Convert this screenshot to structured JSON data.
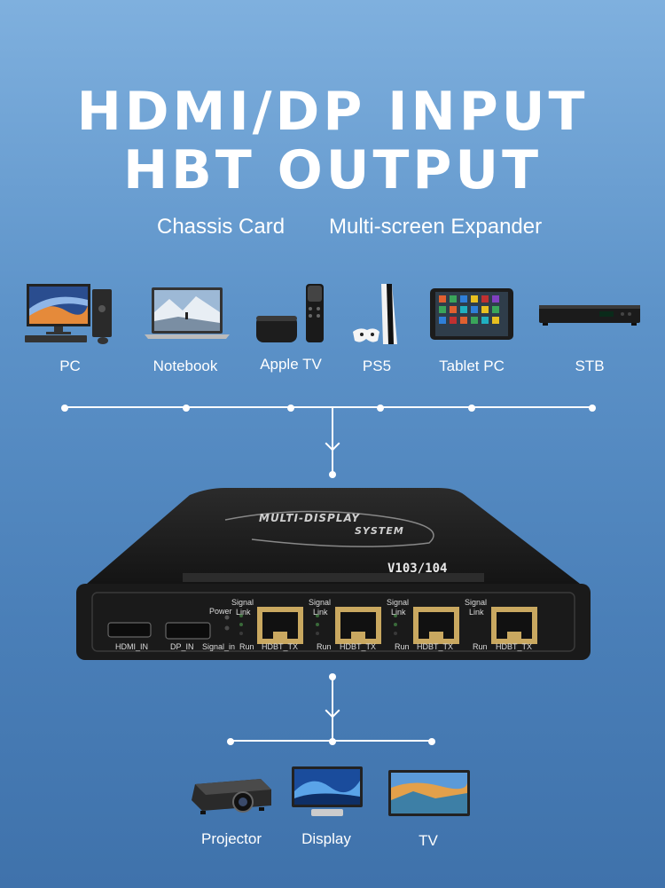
{
  "heading": {
    "line1": "HDMI/DP INPUT",
    "line2": "HBT OUTPUT"
  },
  "subtitles": {
    "left": "Chassis Card",
    "right": "Multi-screen Expander"
  },
  "sources": [
    {
      "label": "PC",
      "icon": "desktop-pc-icon"
    },
    {
      "label": "Notebook",
      "icon": "laptop-icon"
    },
    {
      "label": "Apple TV",
      "icon": "apple-tv-icon"
    },
    {
      "label": "PS5",
      "icon": "ps5-icon"
    },
    {
      "label": "Tablet PC",
      "icon": "tablet-icon"
    },
    {
      "label": "STB",
      "icon": "set-top-box-icon"
    }
  ],
  "device": {
    "brand": "MULTI-DISPLAY SYSTEM",
    "brand_line1": "MULTI-DISPLAY",
    "brand_line2": "SYSTEM",
    "model": "V103/104",
    "ports": {
      "hdmi_in": "HDMI_IN",
      "dp_in": "DP_IN",
      "signal_in": "Signal_in",
      "power": "Power",
      "signal": "Signal",
      "link": "Link",
      "run": "Run",
      "hdbt_tx": "HDBT_TX"
    }
  },
  "outputs": [
    {
      "label": "Projector",
      "icon": "projector-icon"
    },
    {
      "label": "Display",
      "icon": "monitor-icon"
    },
    {
      "label": "TV",
      "icon": "tv-icon"
    }
  ],
  "colors": {
    "background_top": "#7fb0de",
    "background_bottom": "#3f72ab",
    "device": "#1c1c1c",
    "port_gold": "#c9a860"
  }
}
